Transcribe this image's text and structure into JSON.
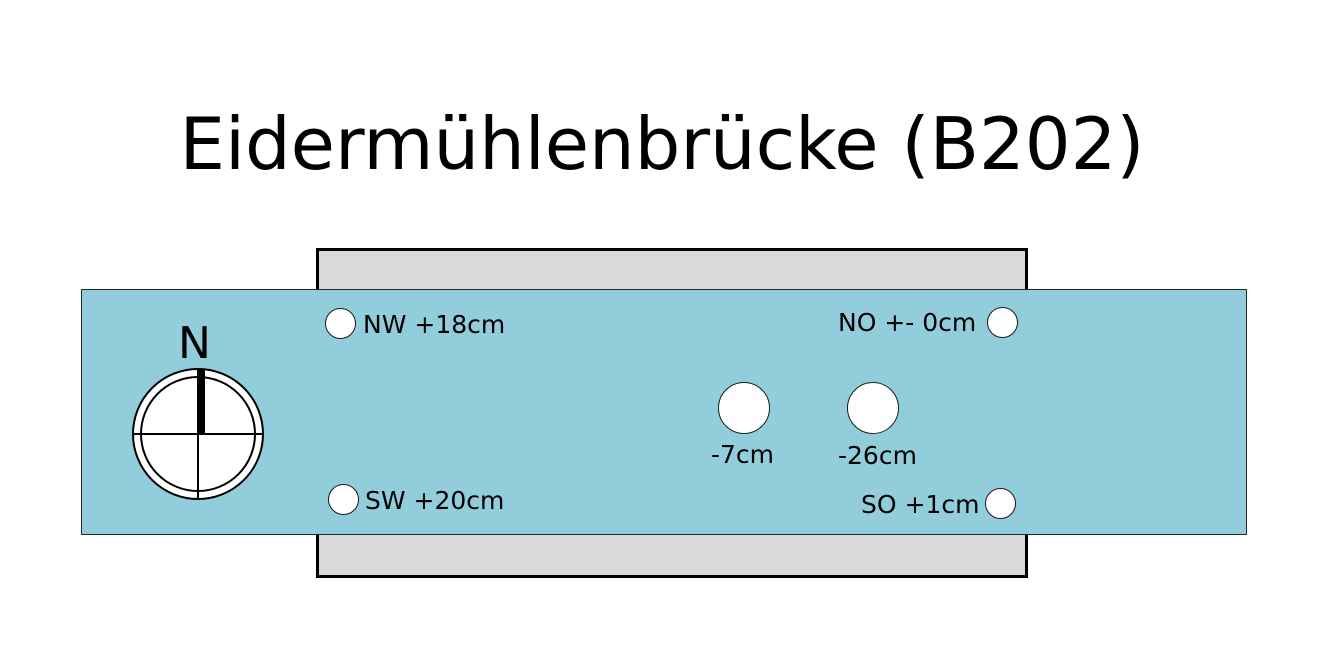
{
  "title": "Eidermühlenbrücke (B202)",
  "compass": {
    "north_label": "N"
  },
  "points": {
    "nw": "NW +18cm",
    "no": "NO +- 0cm",
    "sw": "SW +20cm",
    "so": "SO +1cm",
    "mid_left": "-7cm",
    "mid_right": "-26cm"
  },
  "colors": {
    "water": "#92cddc",
    "bridge": "#d9d9d9",
    "marker": "#ffffff"
  }
}
